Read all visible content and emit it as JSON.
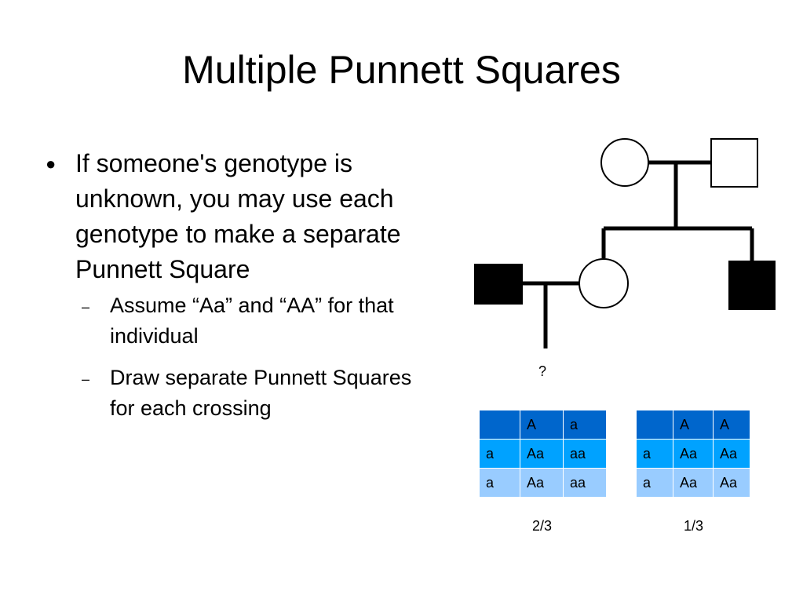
{
  "slide": {
    "title": "Multiple Punnett Squares",
    "bullets": [
      {
        "text": "If someone's genotype is unknown, you may use each genotype to make a separate Punnett Square",
        "sub": [
          "Assume “Aa” and “AA” for that individual",
          "Draw separate Punnett Squares for each crossing"
        ]
      }
    ]
  },
  "pedigree": {
    "unknown_label": "?"
  },
  "punnett_squares": [
    {
      "rows": [
        [
          "",
          "A",
          "a"
        ],
        [
          "a",
          "Aa",
          "aa"
        ],
        [
          "a",
          "Aa",
          "aa"
        ]
      ],
      "probability": "2/3"
    },
    {
      "rows": [
        [
          "",
          "A",
          "A"
        ],
        [
          "a",
          "Aa",
          "Aa"
        ],
        [
          "a",
          "Aa",
          "Aa"
        ]
      ],
      "probability": "1/3"
    }
  ],
  "colors": {
    "header_row": "#0066cc",
    "row_1": "#00a2ff",
    "row_2": "#99ccff"
  }
}
